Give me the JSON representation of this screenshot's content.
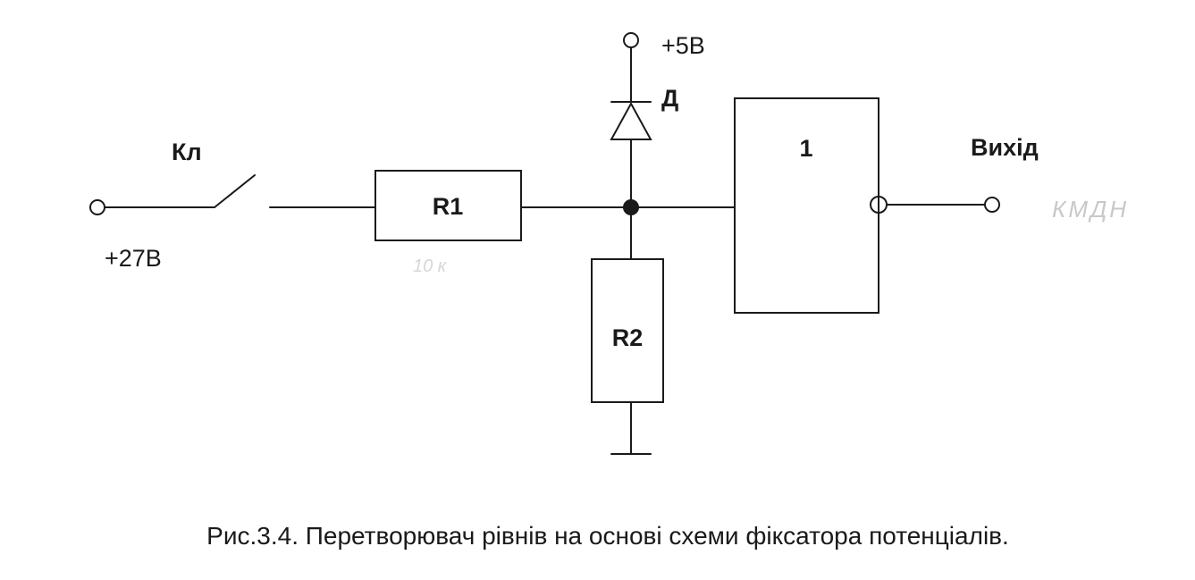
{
  "diagram": {
    "switch_label": "Кл",
    "input_voltage": "+27В",
    "supply_voltage": "+5В",
    "diode_label": "Д",
    "r1_label": "R1",
    "r2_label": "R2",
    "gate_label": "1",
    "output_label": "Вихід",
    "note_r1": "10 к",
    "note_output": "КМДН"
  },
  "caption": {
    "figure_number": "Рис.3.4.",
    "text": "Перетворювач рівнів на основі схеми фіксатора потенціалів."
  }
}
